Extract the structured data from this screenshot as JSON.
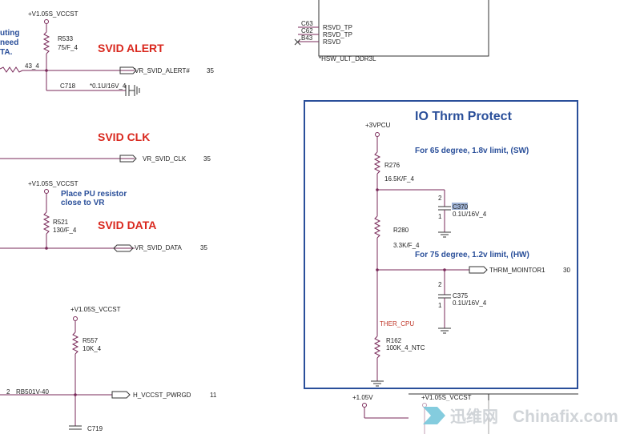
{
  "left": {
    "note_lines": [
      "uting",
      "need",
      "TA."
    ],
    "net_43": "43_4",
    "alert": {
      "rail": "+V1.05S_VCCST",
      "res_ref": "R533",
      "res_val": "75/F_4",
      "heading": "SVID ALERT",
      "net": "VR_SVID_ALERT#",
      "page": "35",
      "cap_ref": "C718",
      "cap_val": "*0.1U/16V_4"
    },
    "clk": {
      "heading": "SVID CLK",
      "net": "VR_SVID_CLK",
      "page": "35"
    },
    "data": {
      "rail": "+V1.05S_VCCST",
      "note1": "Place PU resistor",
      "note2": "close to VR",
      "res_ref": "R521",
      "res_val": "130/F_4",
      "heading": "SVID DATA",
      "net": "VR_SVID_DATA",
      "page": "35"
    },
    "pwrgd": {
      "rail": "+V1.05S_VCCST",
      "res_ref": "R557",
      "res_val": "10K_4",
      "diode_pin": "2",
      "diode_ref": "RB501V-40",
      "net": "H_VCCST_PWRGD",
      "page": "11",
      "cap_ref": "C719"
    }
  },
  "top": {
    "pins": [
      {
        "ref": "C63",
        "name": "RSVD_TP"
      },
      {
        "ref": "C62",
        "name": "RSVD_TP"
      },
      {
        "ref": "B43",
        "name": "RSVD"
      }
    ],
    "part": "*HSW_ULT_DDR3L"
  },
  "box": {
    "title": "IO Thrm Protect",
    "rail": "+3VPCU",
    "note1": "For 65 degree, 1.8v limit,  (SW)",
    "r276_ref": "R276",
    "r276_val": "16.5K/F_4",
    "c370_ref": "C370",
    "c370_val": "0.1U/16V_4",
    "r280_ref": "R280",
    "r280_val": "3.3K/F_4",
    "note2": "For 75 degree, 1.2v limit,  (HW)",
    "net": "THRM_MOINTOR1",
    "page": "30",
    "c375_ref": "C375",
    "c375_val": "0.1U/16V_4",
    "ther_net": "THER_CPU",
    "r162_ref": "R162",
    "r162_val": "100K_4_NTC",
    "cap_pin_top": "2",
    "cap_pin_bottom": "1"
  },
  "bottom": {
    "rail1": "+1.05V",
    "rail2": "+V1.05S_VCCST"
  },
  "watermark": {
    "cn": "迅维网",
    "en": "Chinafix.com"
  },
  "colors": {
    "wire": "#7a2a5a",
    "heading_red": "#d9281e",
    "note_blue": "#2a4f9a",
    "box_border": "#2a4f9a"
  }
}
